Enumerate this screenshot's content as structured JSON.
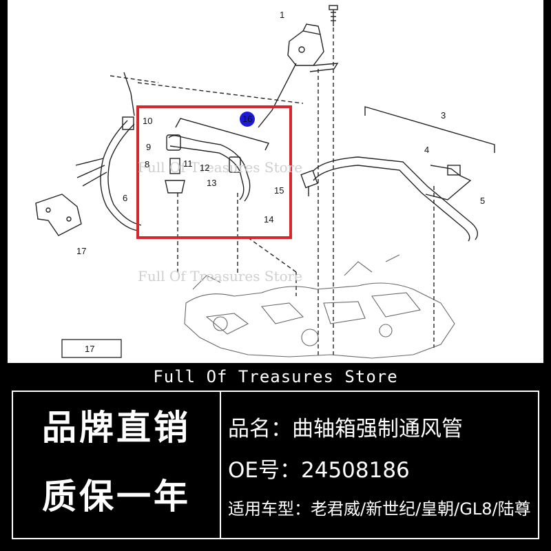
{
  "diagram": {
    "callouts": [
      "1",
      "3",
      "4",
      "5",
      "6",
      "8",
      "9",
      "10",
      "11",
      "12",
      "13",
      "14",
      "15",
      "16",
      "17",
      "17"
    ],
    "watermark": "Full Of Treasures Store",
    "highlight_color": "#d9262c",
    "marker_color": "#1a1ad8"
  },
  "banner": {
    "store_name": "Full Of Treasures Store"
  },
  "panel": {
    "brand_line_1": "品牌直销",
    "brand_line_2": "质保一年",
    "product_name_label": "品名：",
    "product_name": "曲轴箱强制通风管",
    "oe_label": "OE号：",
    "oe_number": "24508186",
    "models_label": "适用车型：",
    "models": "老君威/新世纪/皇朝/GL8/陆尊"
  }
}
